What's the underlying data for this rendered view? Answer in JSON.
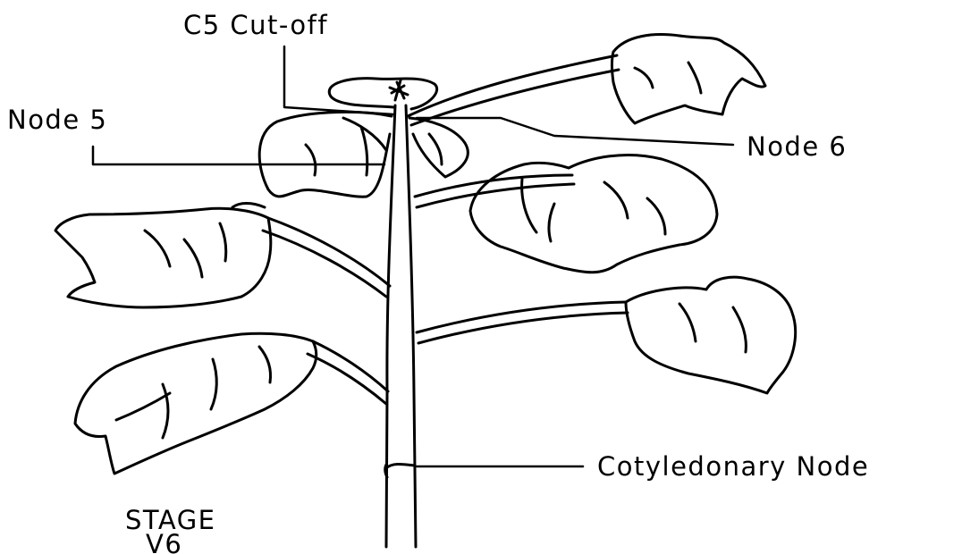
{
  "labels": {
    "c5_cutoff": "C5 Cut-off",
    "node5": "Node 5",
    "node6": "Node 6",
    "cotyledonary_node": "Cotyledonary Node",
    "stage": "STAGE",
    "stage_value": "V6"
  },
  "colors": {
    "ink": "#000000",
    "paper": "#ffffff"
  }
}
